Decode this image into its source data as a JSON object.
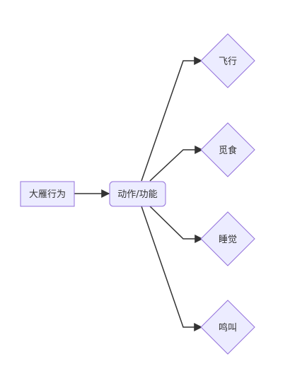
{
  "diagram": {
    "root": {
      "label": "大雁行为"
    },
    "hub": {
      "label": "动作/功能"
    },
    "leaves": [
      {
        "label": "飞行"
      },
      {
        "label": "觅食"
      },
      {
        "label": "睡觉"
      },
      {
        "label": "鸣叫"
      }
    ]
  },
  "colors": {
    "node_fill": "#ECECFF",
    "node_stroke": "#9370DB",
    "edge": "#333333",
    "text": "#333333"
  }
}
